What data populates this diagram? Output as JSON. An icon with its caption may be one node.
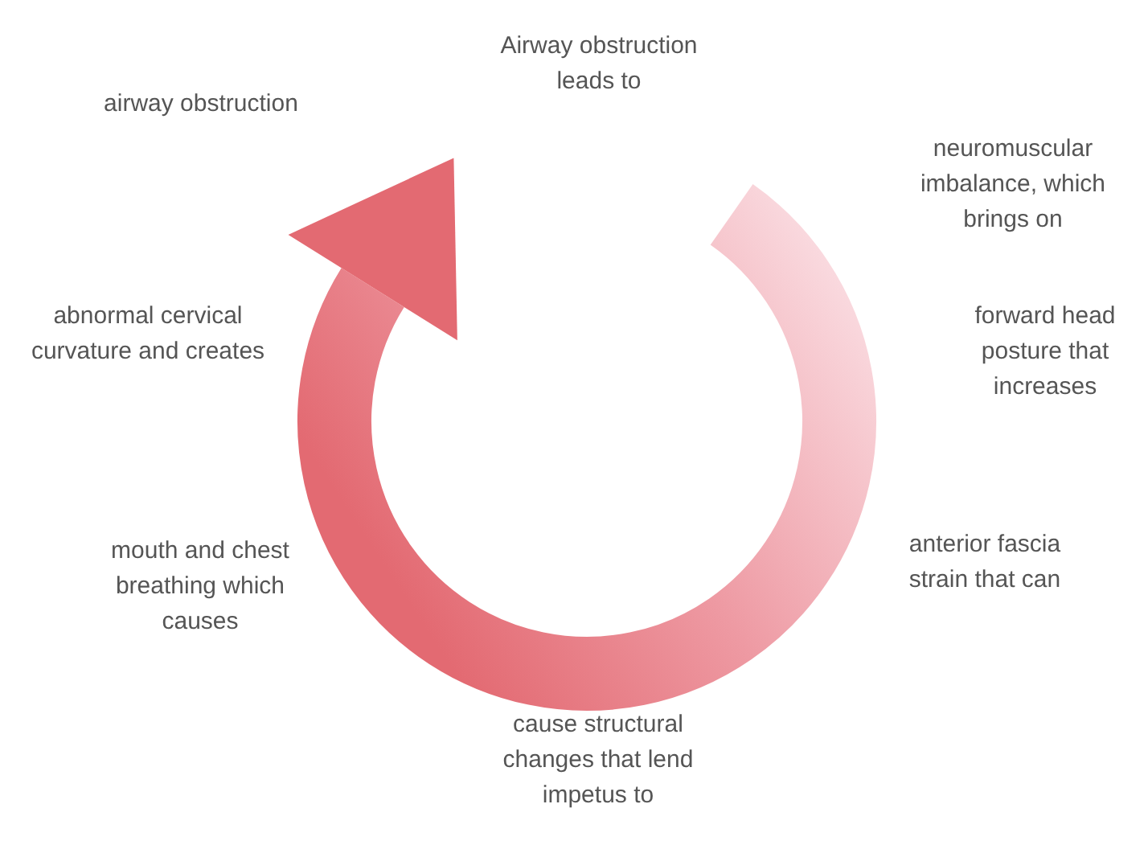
{
  "diagram": {
    "labels": [
      "Airway obstruction leads to",
      "airway obstruction",
      "neuromuscular imbalance, which brings on",
      "abnormal cervical curvature and creates",
      "forward head posture that increases",
      "mouth and chest breathing which causes",
      "anterior fascia strain that can",
      "cause structural changes that lend impetus to"
    ]
  }
}
